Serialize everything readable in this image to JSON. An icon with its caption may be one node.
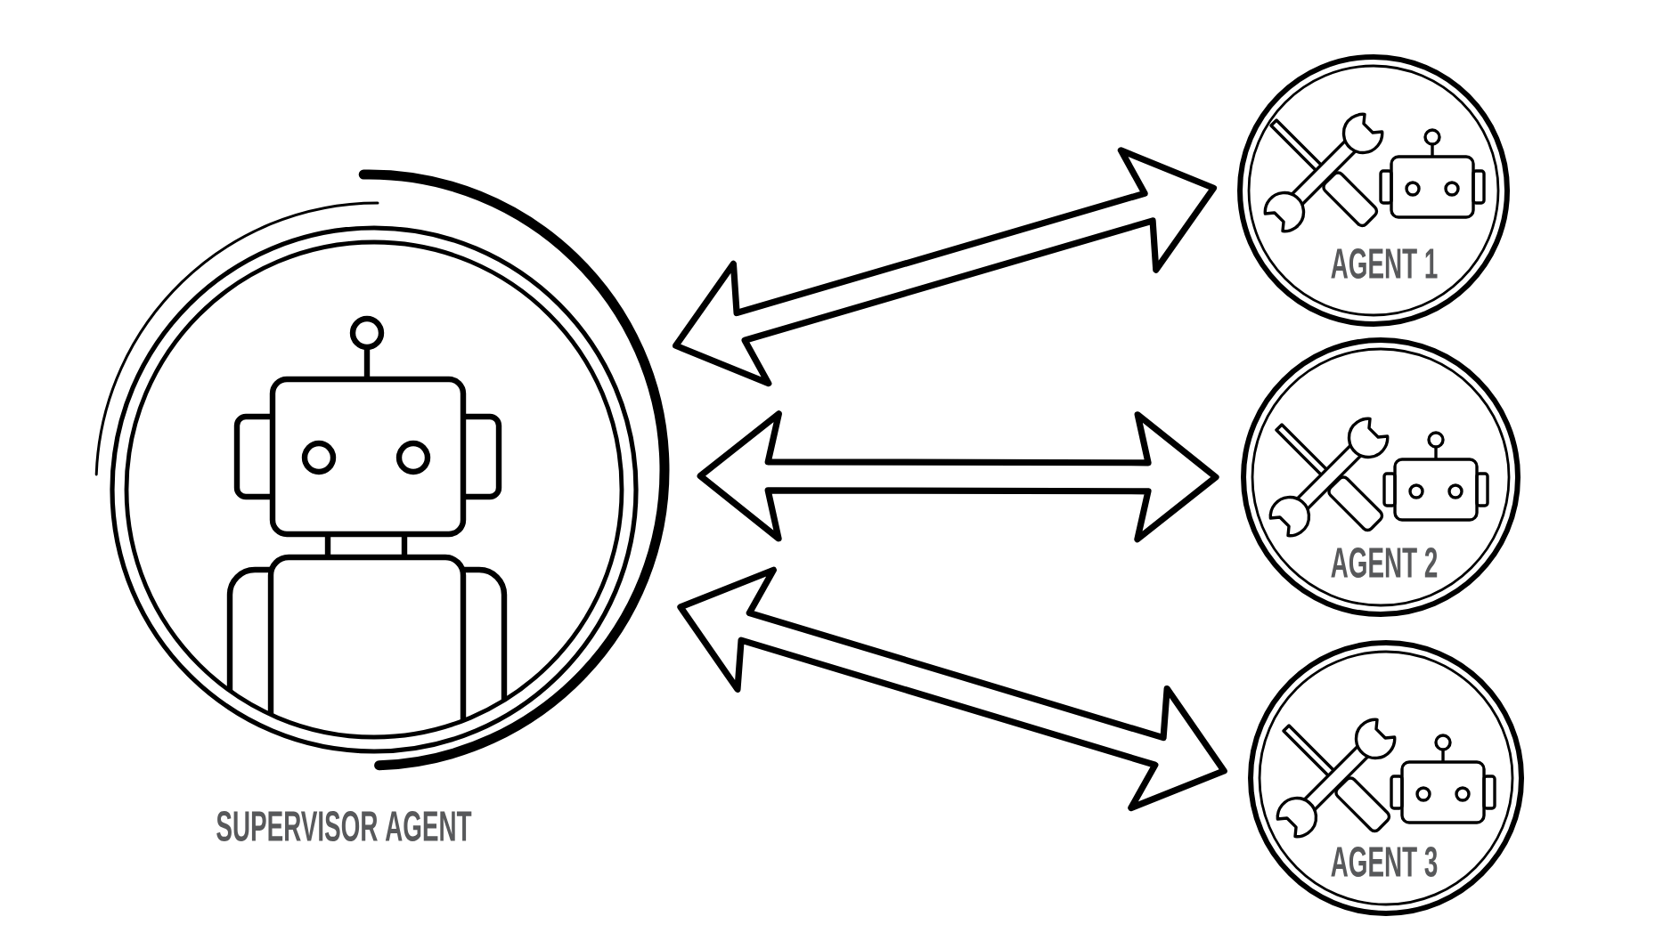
{
  "diagram": {
    "nodes": [
      {
        "text": [
          "SUPERVISOR AGENT"
        ]
      },
      {
        "text": [
          "AGENT 1"
        ]
      },
      {
        "text": [
          "AGENT 2"
        ]
      },
      {
        "text": [
          "AGENT 3"
        ]
      }
    ],
    "edges": [
      {
        "from": 0,
        "to": 1,
        "arrow": "both"
      },
      {
        "from": 0,
        "to": 2,
        "arrow": "both"
      },
      {
        "from": 0,
        "to": 3,
        "arrow": "both"
      }
    ]
  }
}
